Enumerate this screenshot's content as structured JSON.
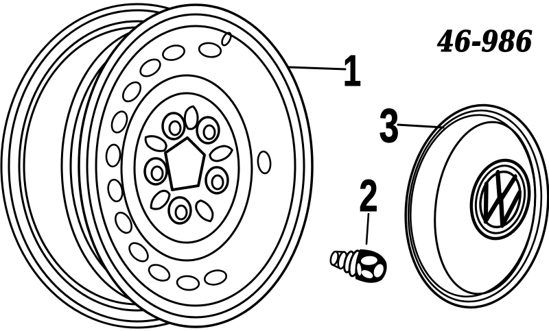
{
  "page": {
    "background_color": "#ffffff",
    "line_color": "#000000"
  },
  "header": {
    "part_number": "46-986"
  },
  "diagram": {
    "kind": "wheel-parts-line-drawing",
    "callouts": [
      {
        "label": "1",
        "part_name": "steel-wheel"
      },
      {
        "label": "2",
        "part_name": "wheel-bolt"
      },
      {
        "label": "3",
        "part_name": "wheel-center-cap"
      }
    ],
    "emblem": "vw-logo"
  }
}
